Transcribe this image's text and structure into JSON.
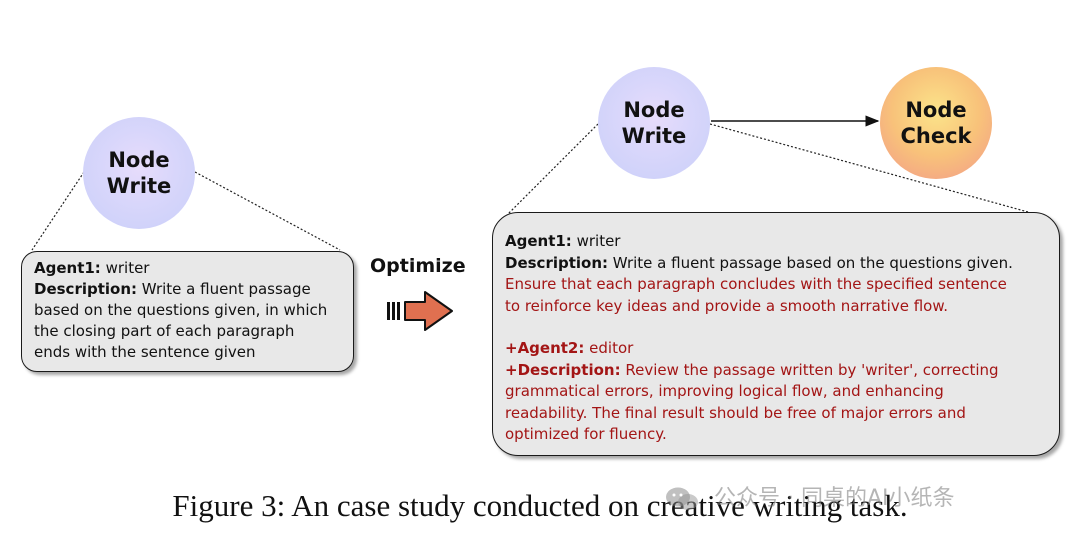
{
  "left": {
    "node": {
      "line1": "Node",
      "line2": "Write"
    },
    "card": {
      "agent_label": "Agent1:",
      "agent_value": "writer",
      "desc_label": "Description:",
      "desc_lines": [
        "Write a fluent passage",
        "based on the questions given, in which",
        "the closing part of each paragraph",
        "ends with the sentence given"
      ]
    }
  },
  "optimize": {
    "label": "Optimize"
  },
  "right": {
    "node_write": {
      "line1": "Node",
      "line2": "Write"
    },
    "node_check": {
      "line1": "Node",
      "line2": "Check"
    },
    "card": {
      "agent1_label": "Agent1:",
      "agent1_value": "writer",
      "desc1_label": "Description:",
      "desc1_text": "Write a fluent passage based on the questions given.",
      "desc1_added": [
        "Ensure that each paragraph concludes with the specified sentence",
        "to reinforce key ideas and provide a smooth narrative flow."
      ],
      "agent2_label": "+Agent2:",
      "agent2_value": "editor",
      "desc2_label": "+Description:",
      "desc2_first": "Review the passage written by 'writer', correcting",
      "desc2_lines": [
        "grammatical errors, improving logical flow, and enhancing",
        "readability. The final result should be free of major errors and",
        "optimized for fluency."
      ]
    }
  },
  "caption": "Figure 3: An case study conducted on creative writing task.",
  "watermark": "公众号 · 同桌的AI小纸条",
  "colors": {
    "added_text": "#a31515",
    "arrow_fill": "#e07050"
  }
}
